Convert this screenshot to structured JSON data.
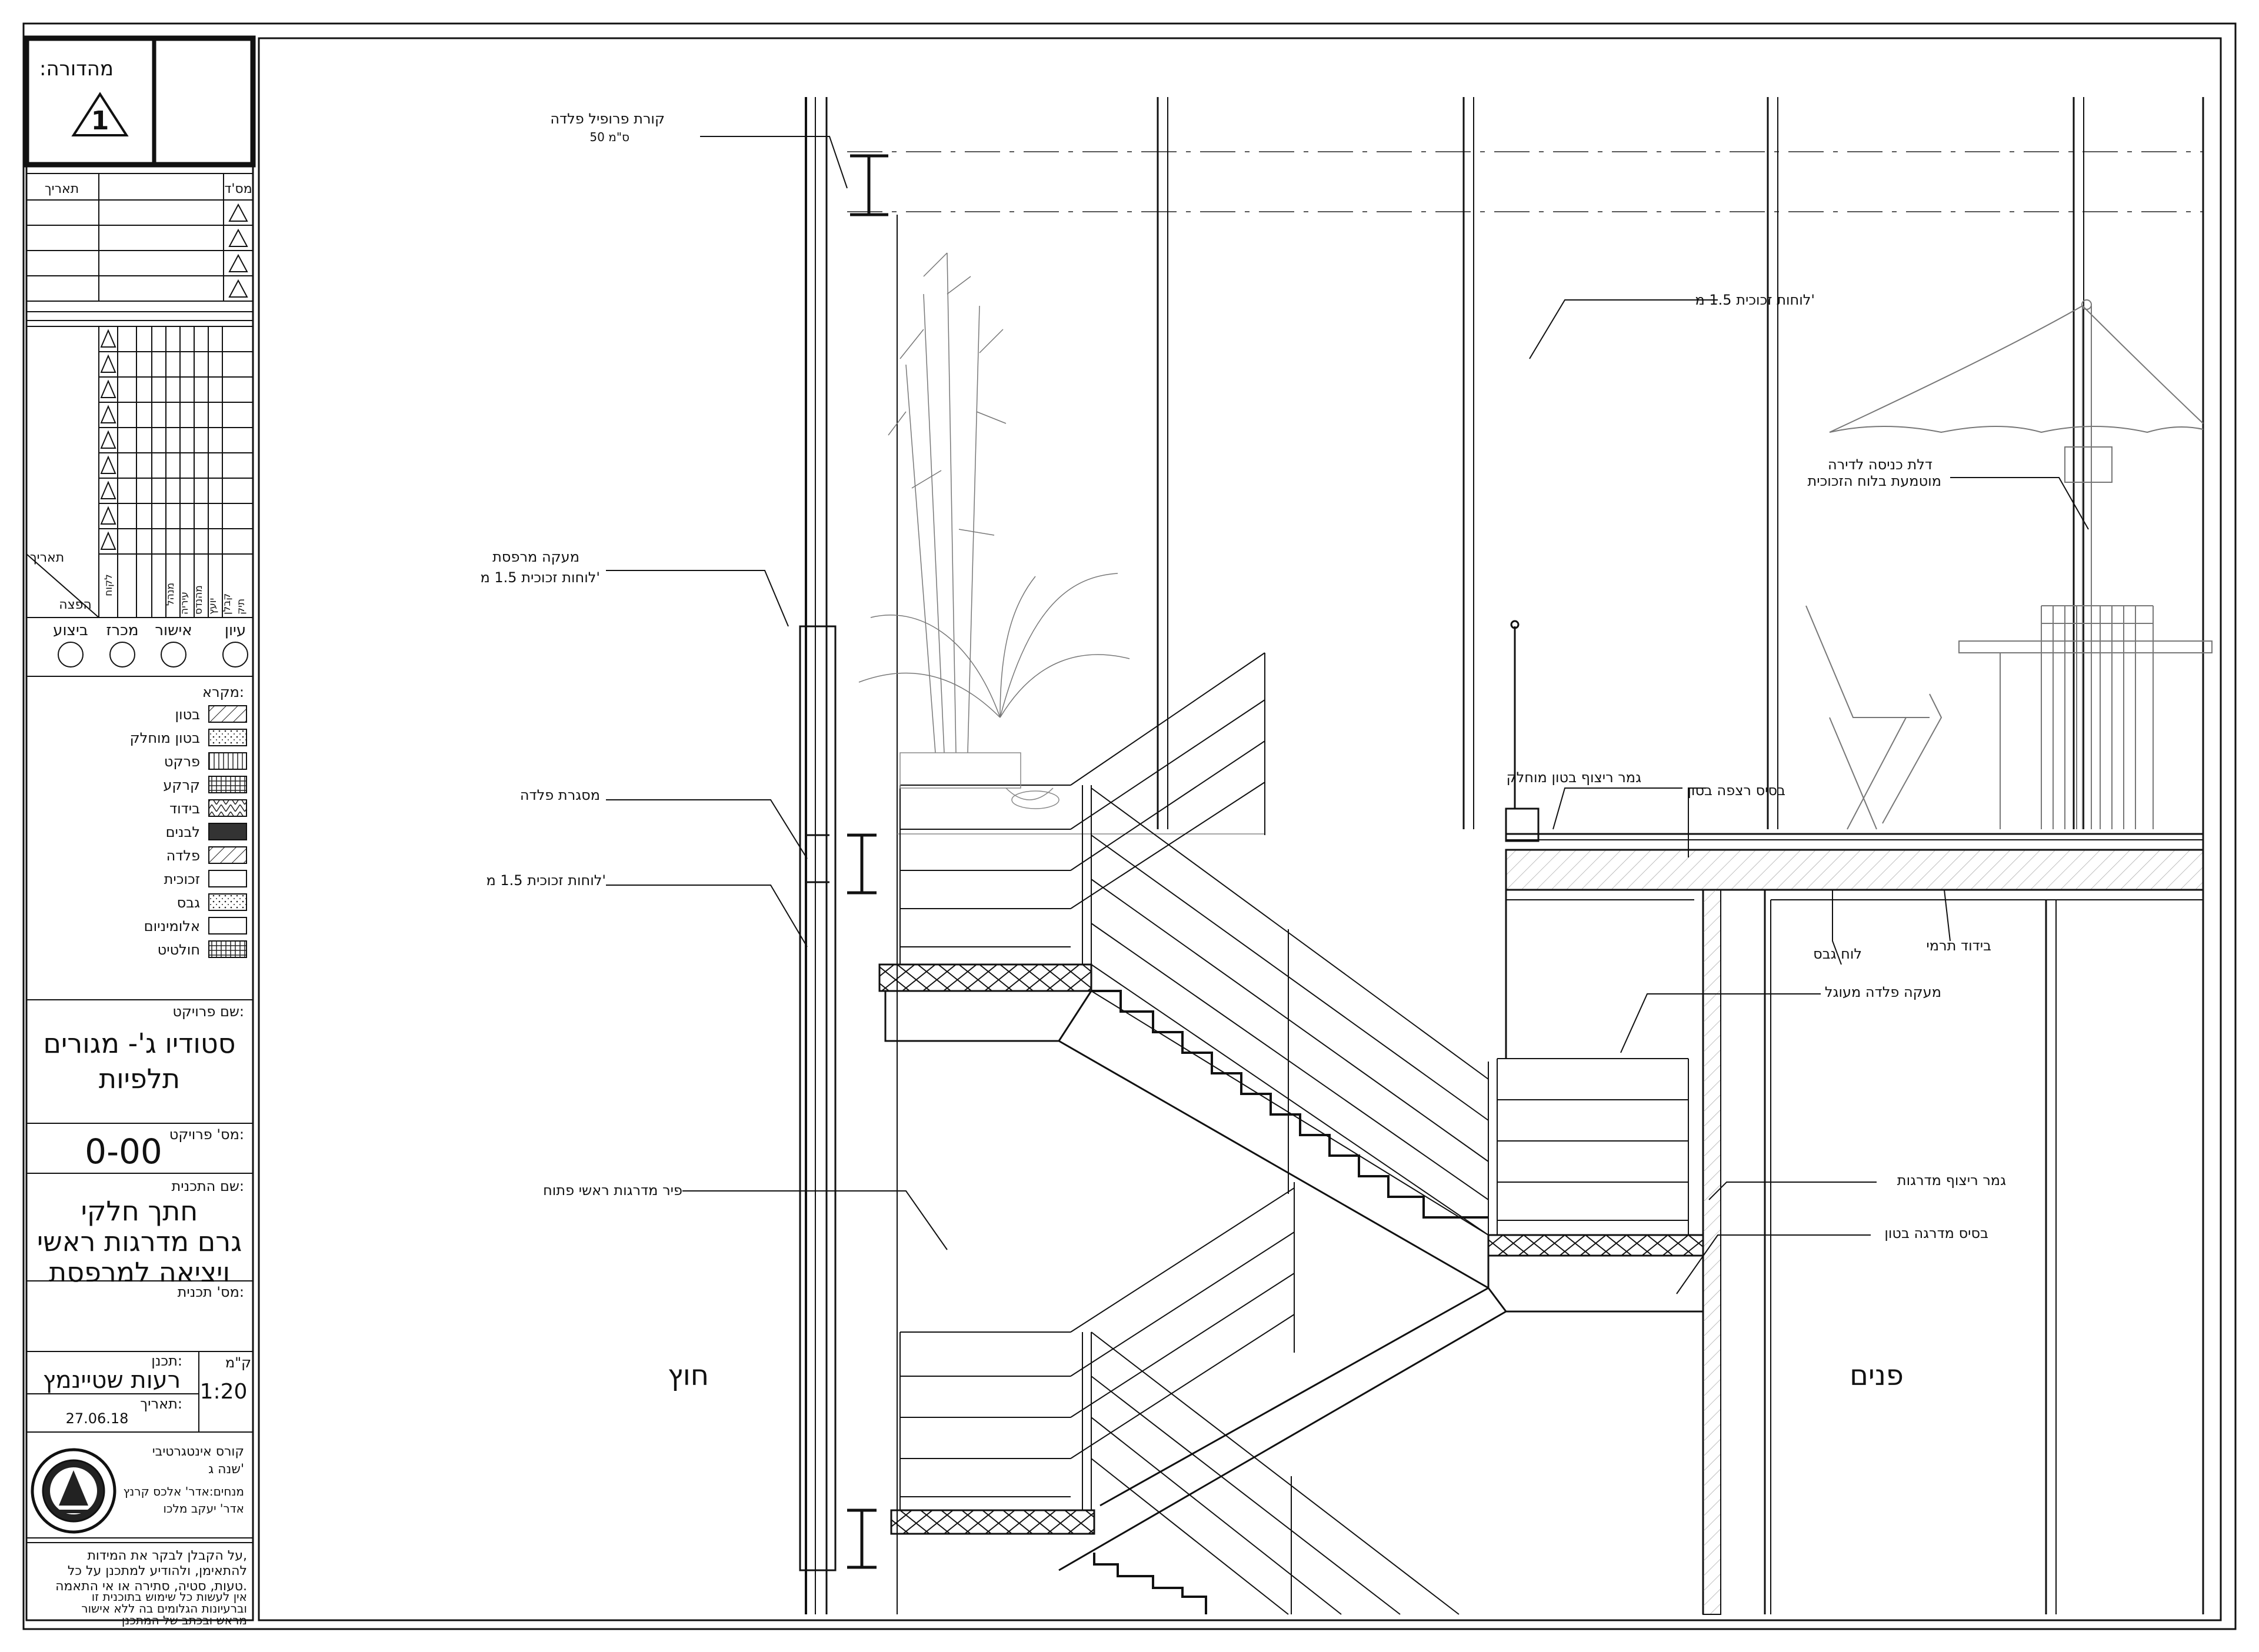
{
  "title_block": {
    "revision_label": "מהדורה:",
    "revision_number": "1",
    "rev_table_headers": [
      "מס'ד",
      "תאריך"
    ],
    "dist_table_headers": [
      "תאריך",
      "הפצה"
    ],
    "dist_columns": [
      "לקוח",
      "מנהל",
      "עיריה",
      "מהנדס",
      "יועץ",
      "קבלן",
      "תיק"
    ],
    "signatures": [
      "עיון",
      "אישור",
      "מכרז",
      "ביצוע"
    ],
    "legend_title": "מקרא:",
    "legend": [
      "בטון",
      "בטון מוחלק",
      "פרקט",
      "קרקע",
      "בידוד",
      "לבנים",
      "פלדה",
      "זכוכית",
      "גבס",
      "אלומיניום",
      "חולטיט"
    ],
    "project_name_label": "שם פרויקט:",
    "project_name_1": "סטודיו ג'- מגורים",
    "project_name_2": "תלפיות",
    "project_number_label": "מס' פרויקט:",
    "project_number": "0-00",
    "plan_name_label": "שם התכנית:",
    "plan_name_1": "חתך חלקי",
    "plan_name_2": "גרם מדרגות ראשי",
    "plan_name_3": "ויציאה למרפסת",
    "plan_number_label": "מס' תכנית:",
    "scale_label": "ק\"מ",
    "scale": "1:20",
    "designer_label": "תכנן:",
    "designer": "רעות שטיינמץ",
    "date_label": "תאריך:",
    "date": "27.06.18",
    "course_1": "קורס אינטגרטיבי",
    "course_2": "שנה ג'",
    "course_3": "מנחים:אדר' אלכס קרנץ",
    "course_4": "אדר' יעקב מלכו",
    "note_1a": "על הקבלן לבקר את המידות,",
    "note_1b": "להתאימן, ולהודיע למתכנן על כל",
    "note_1c": "טעות, סטיה, סתירה או אי התאמה.",
    "note_2a": "אין לעשות כל שימוש בתוכנית זו",
    "note_2b": "וברעיונות הגלומים בה ללא אישור",
    "note_2c": "מראש ובכתב של המתכנן"
  },
  "annotations": {
    "steel_beam_1": "קורת פרופיל פלדה",
    "steel_beam_2": "50 ס\"מ",
    "glass_panels_top": "לוחות זכוכית 1.5 מ'",
    "entrance_door_1": "דלת כניסה לדירה",
    "entrance_door_2": "מוטמעת בלוח הזכוכית",
    "balcony_railing_1": "מעקה מרפסת",
    "balcony_railing_2": "לוחות זכוכית 1.5 מ'",
    "concrete_finish": "גמר ריצוף בטון מוחלק",
    "floor_base": "בסיס רצפה בטון",
    "steel_frame": "מסגרת פלדה",
    "glass_panels_mid": "לוחות זכוכית 1.5 מ'",
    "gypsum_board": "לוח גבס",
    "thermal_insulation": "בידוד תרמי",
    "rounded_railing": "מעקה פלדה מעוגל",
    "open_stair_well": "פיר מדרגות ראשי פתוח",
    "stair_finish": "גמר ריצוף מדרגות",
    "stair_base": "בסיס מדרגה בטון",
    "outside": "חוץ",
    "inside": "פנים"
  }
}
